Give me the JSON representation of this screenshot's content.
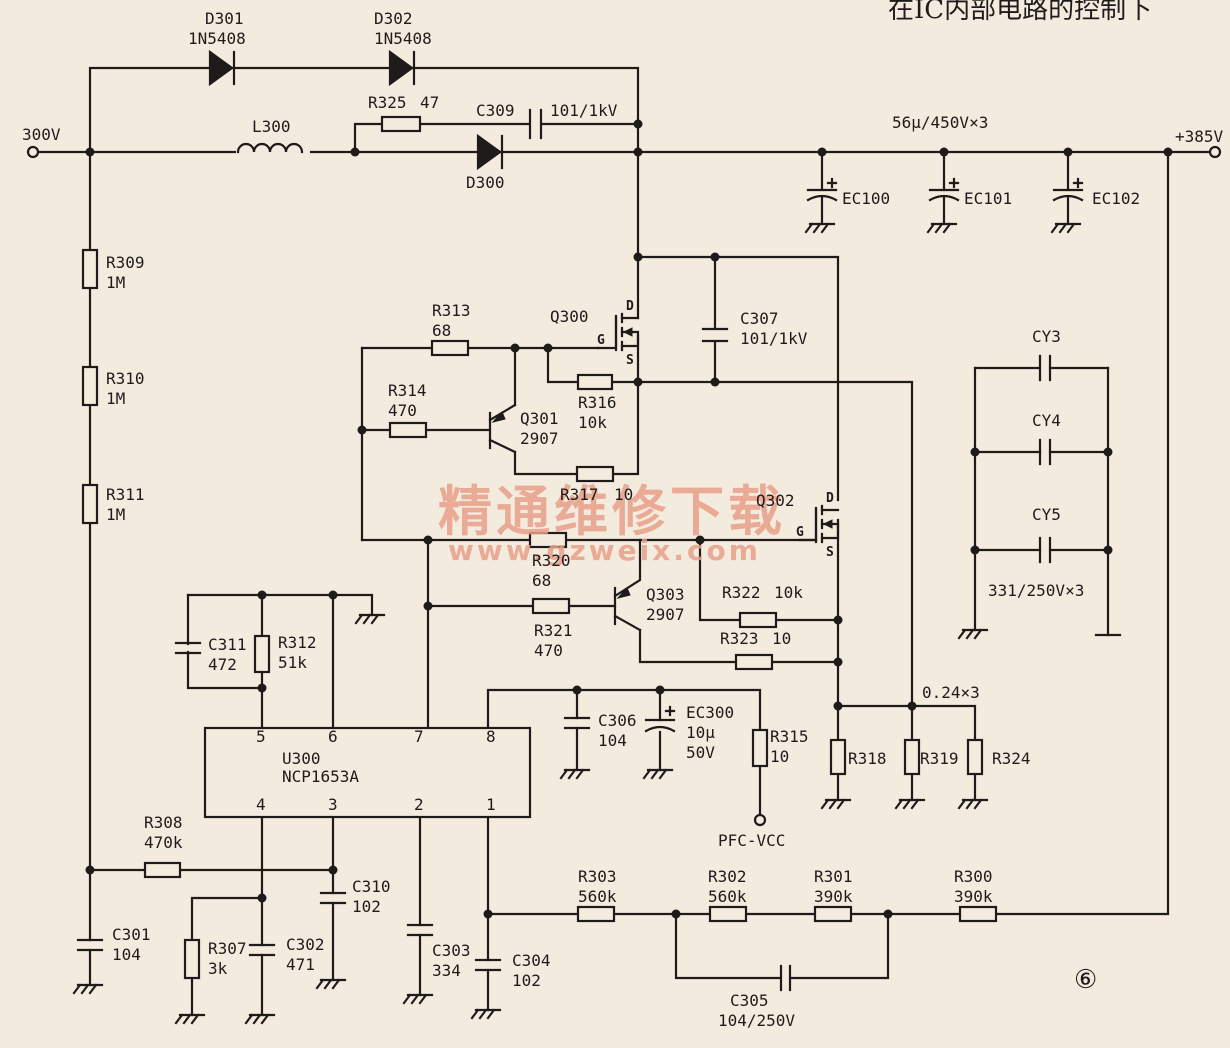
{
  "header_text": "在IC内部电路的控制下",
  "figure_number": "⑥",
  "watermark": {
    "title": "精通维修下载",
    "url": "www.gzweix.com"
  },
  "nets": {
    "input": "300V",
    "output": "+385V",
    "pfc_vcc": "PFC-VCC"
  },
  "ic": {
    "ref": "U300",
    "part": "NCP1653A",
    "pins": [
      "1",
      "2",
      "3",
      "4",
      "5",
      "6",
      "7",
      "8"
    ]
  },
  "mosfet_pins": {
    "d": "D",
    "g": "G",
    "s": "S"
  },
  "notes": {
    "ec_group": "56μ/450V×3",
    "cy_group": "331/250V×3",
    "rs_group": "0.24×3"
  },
  "components": {
    "D301": {
      "ref": "D301",
      "value": "1N5408"
    },
    "D302": {
      "ref": "D302",
      "value": "1N5408"
    },
    "L300": {
      "ref": "L300"
    },
    "R325": {
      "ref": "R325",
      "value": "47"
    },
    "C309": {
      "ref": "C309",
      "value": "101/1kV"
    },
    "D300": {
      "ref": "D300"
    },
    "EC100": {
      "ref": "EC100"
    },
    "EC101": {
      "ref": "EC101"
    },
    "EC102": {
      "ref": "EC102"
    },
    "R309": {
      "ref": "R309",
      "value": "1M"
    },
    "R310": {
      "ref": "R310",
      "value": "1M"
    },
    "R311": {
      "ref": "R311",
      "value": "1M"
    },
    "R313": {
      "ref": "R313",
      "value": "68"
    },
    "Q300": {
      "ref": "Q300"
    },
    "C307": {
      "ref": "C307",
      "value": "101/1kV"
    },
    "R314": {
      "ref": "R314",
      "value": "470"
    },
    "Q301": {
      "ref": "Q301",
      "value": "2907"
    },
    "R316": {
      "ref": "R316",
      "value": "10k"
    },
    "R317": {
      "ref": "R317",
      "value": "10"
    },
    "Q302": {
      "ref": "Q302"
    },
    "R320": {
      "ref": "R320",
      "value": "68"
    },
    "Q303": {
      "ref": "Q303",
      "value": "2907"
    },
    "R321": {
      "ref": "R321",
      "value": "470"
    },
    "R322": {
      "ref": "R322",
      "value": "10k"
    },
    "R323": {
      "ref": "R323",
      "value": "10"
    },
    "C311": {
      "ref": "C311",
      "value": "472"
    },
    "R312": {
      "ref": "R312",
      "value": "51k"
    },
    "C306": {
      "ref": "C306",
      "value": "104"
    },
    "EC300": {
      "ref": "EC300",
      "value": "10μ",
      "value2": "50V"
    },
    "R315": {
      "ref": "R315",
      "value": "10"
    },
    "R318": {
      "ref": "R318"
    },
    "R319": {
      "ref": "R319"
    },
    "R324": {
      "ref": "R324"
    },
    "CY3": {
      "ref": "CY3"
    },
    "CY4": {
      "ref": "CY4"
    },
    "CY5": {
      "ref": "CY5"
    },
    "R308": {
      "ref": "R308",
      "value": "470k"
    },
    "C310": {
      "ref": "C310",
      "value": "102"
    },
    "C301": {
      "ref": "C301",
      "value": "104"
    },
    "R307": {
      "ref": "R307",
      "value": "3k"
    },
    "C302": {
      "ref": "C302",
      "value": "471"
    },
    "C303": {
      "ref": "C303",
      "value": "334"
    },
    "C304": {
      "ref": "C304",
      "value": "102"
    },
    "R303": {
      "ref": "R303",
      "value": "560k"
    },
    "R302": {
      "ref": "R302",
      "value": "560k"
    },
    "R301": {
      "ref": "R301",
      "value": "390k"
    },
    "R300": {
      "ref": "R300",
      "value": "390k"
    },
    "C305": {
      "ref": "C305",
      "value": "104/250V"
    }
  }
}
